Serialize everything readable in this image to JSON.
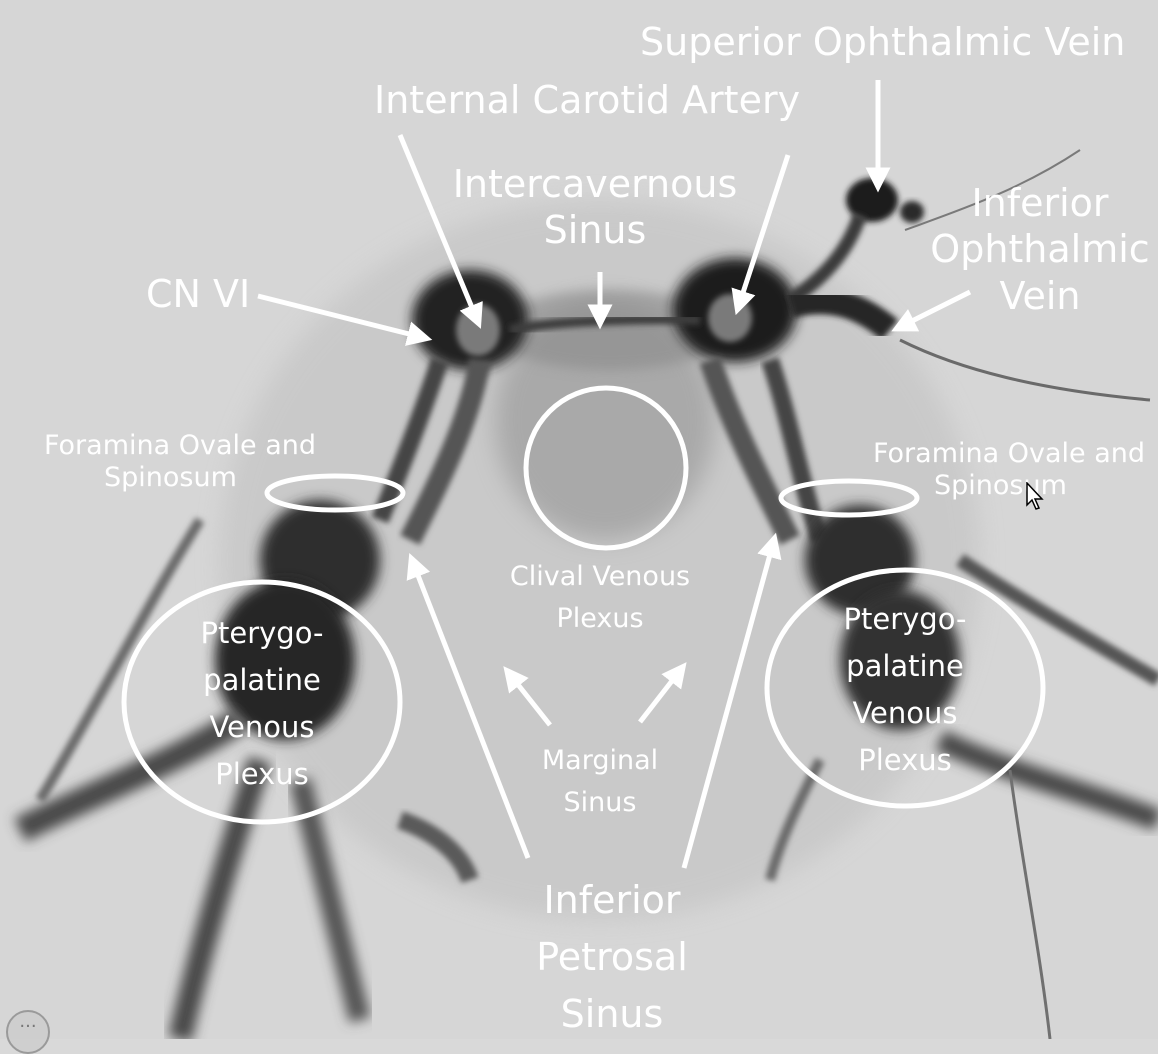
{
  "image": {
    "background_color": "#d9d9d9",
    "vessel_color": "#1e1e1e",
    "annotation_color": "#ffffff"
  },
  "labels": {
    "superior_ophthalmic_vein": "Superior Ophthalmic Vein",
    "internal_carotid_artery": "Internal Carotid Artery",
    "intercavernous_sinus_line1": "Intercavernous",
    "intercavernous_sinus_line2": "Sinus",
    "inferior_ophthalmic_vein_line1": "Inferior",
    "inferior_ophthalmic_vein_line2": "Ophthalmic",
    "inferior_ophthalmic_vein_line3": "Vein",
    "cn_vi": "CN VI",
    "foramina_left_line1": "Foramina Ovale and",
    "foramina_left_line2": "Spinosum",
    "foramina_right_line1": "Foramina Ovale and",
    "foramina_right_line2": "Spinosum",
    "clival_line1": "Clival Venous",
    "clival_line2": "Plexus",
    "ptery_left_line1": "Pterygo-",
    "ptery_left_line2": "palatine",
    "ptery_left_line3": "Venous",
    "ptery_left_line4": "Plexus",
    "ptery_right_line1": "Pterygo-",
    "ptery_right_line2": "palatine",
    "ptery_right_line3": "Venous",
    "ptery_right_line4": "Plexus",
    "marginal_line1": "Marginal",
    "marginal_line2": "Sinus",
    "ips_line1": "Inferior",
    "ips_line2": "Petrosal",
    "ips_line3": "Sinus"
  },
  "controls": {
    "more_icon": "ellipsis-icon",
    "more_glyph": "···",
    "cursor_icon": "mouse-pointer-icon"
  }
}
